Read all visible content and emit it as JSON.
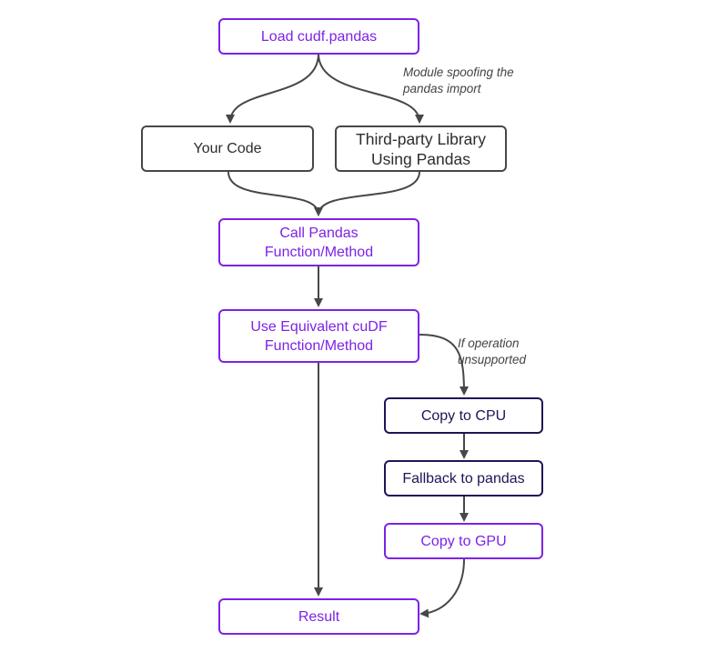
{
  "colors": {
    "accent_purple": "#7e22e6",
    "gray_border": "#474747",
    "navy_border": "#1d1657",
    "arrow": "#474747"
  },
  "nodes": {
    "load": "Load cudf.pandas",
    "your_code": "Your Code",
    "third_party": "Third-party Library\nUsing Pandas",
    "call_pandas": "Call Pandas\nFunction/Method",
    "use_cudf": "Use Equivalent cuDF\nFunction/Method",
    "copy_cpu": "Copy to CPU",
    "fallback": "Fallback to pandas",
    "copy_gpu": "Copy to GPU",
    "result": "Result"
  },
  "annotations": {
    "spoofing": "Module spoofing the\npandas import",
    "unsupported": "If operation\nunsupported"
  }
}
